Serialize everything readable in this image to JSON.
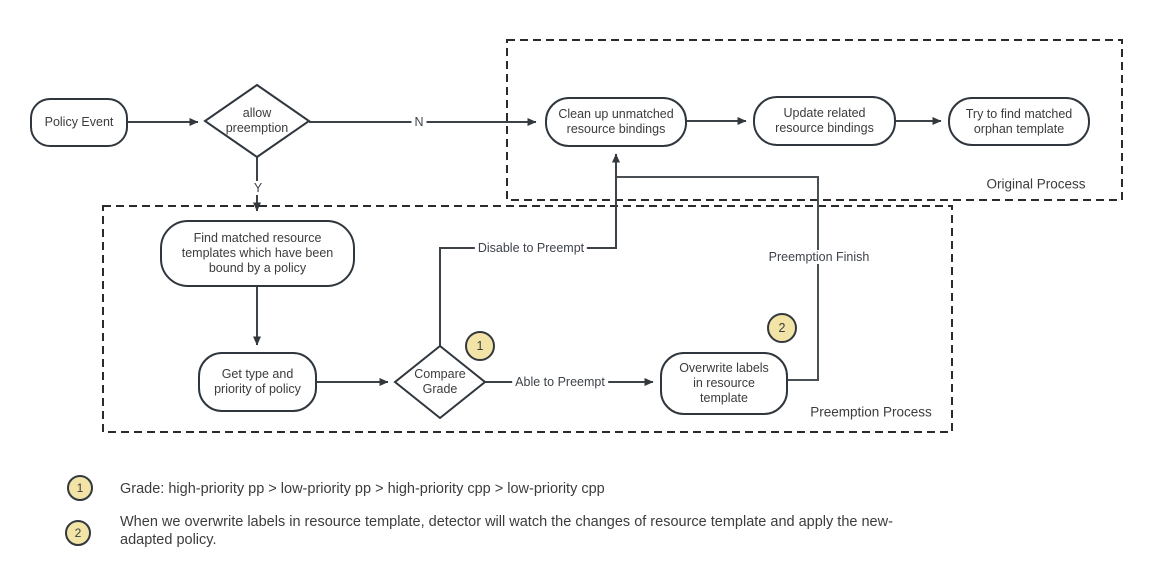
{
  "colors": {
    "shape_border": "#2f363d",
    "connector": "#3d4248",
    "dashed_region": "#2b2b2b",
    "badge_fill": "#f2e3a6",
    "text": "#3c3c3c",
    "background": "#ffffff"
  },
  "nodes": {
    "policy_event": {
      "label": "Policy Event"
    },
    "clean_up": {
      "label": "Clean up unmatched resource bindings"
    },
    "update_related": {
      "label": "Update related resource bindings"
    },
    "try_find": {
      "label": "Try to find matched orphan template"
    },
    "find_matched": {
      "label": "Find matched resource templates which have been bound by a policy"
    },
    "get_type": {
      "label": "Get type and priority of policy"
    },
    "overwrite": {
      "label": "Overwrite labels in resource template"
    }
  },
  "decisions": {
    "allow_preemption": {
      "label": "allow preemption"
    },
    "compare_grade": {
      "label": "Compare Grade"
    }
  },
  "edge_labels": {
    "no": "N",
    "yes": "Y",
    "disable_to_preempt": "Disable to Preempt",
    "able_to_preempt": "Able to Preempt",
    "preemption_finish": "Preemption Finish"
  },
  "regions": {
    "original_process": "Original Process",
    "preemption_process": "Preemption Process"
  },
  "badges": {
    "one": "1",
    "two": "2"
  },
  "footnotes": [
    {
      "num": "1",
      "text": "Grade: high-priority pp > low-priority pp > high-priority cpp > low-priority cpp"
    },
    {
      "num": "2",
      "text": "When we overwrite labels in resource template, detector will watch the changes of resource template and apply the new-\nadapted policy."
    }
  ]
}
